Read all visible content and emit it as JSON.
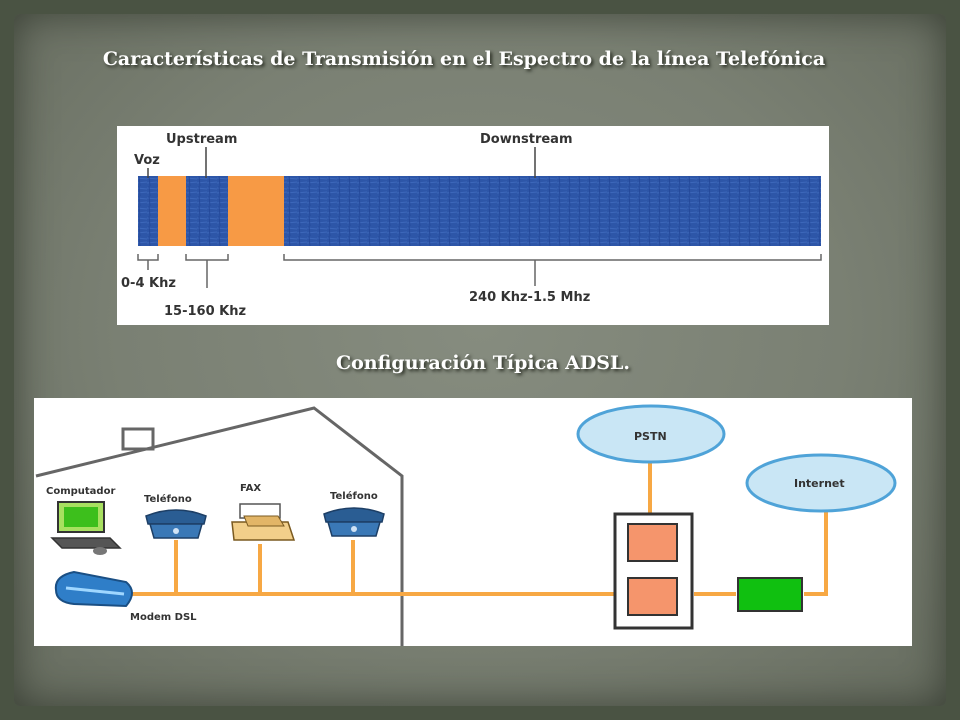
{
  "titles": {
    "spectrum_title": "Características de Transmisión en el Espectro de la línea Telefónica",
    "adsl_title": "Configuración Típica ADSL."
  },
  "spectrum": {
    "label_voz": "Voz",
    "label_upstream": "Upstream",
    "label_downstream": "Downstream",
    "range_voz": "0-4 Khz",
    "range_upstream": "15-160 Khz",
    "range_downstream": "240 Khz-1.5 Mhz"
  },
  "adsl": {
    "label_computer": "Computador",
    "label_phone_1": "Teléfono",
    "label_fax": "FAX",
    "label_phone_2": "Teléfono",
    "label_modem": "Modem DSL",
    "label_pstn": "PSTN",
    "label_internet": "Internet"
  },
  "colors": {
    "band_blue": "#2d56a8",
    "band_orange": "#f79a45",
    "line_orange": "#f7a844",
    "cloud_fill": "#c9e6f5",
    "cloud_stroke": "#4fa3d8",
    "splitter_fill": "#f5956c",
    "dslam_green": "#10c010"
  }
}
